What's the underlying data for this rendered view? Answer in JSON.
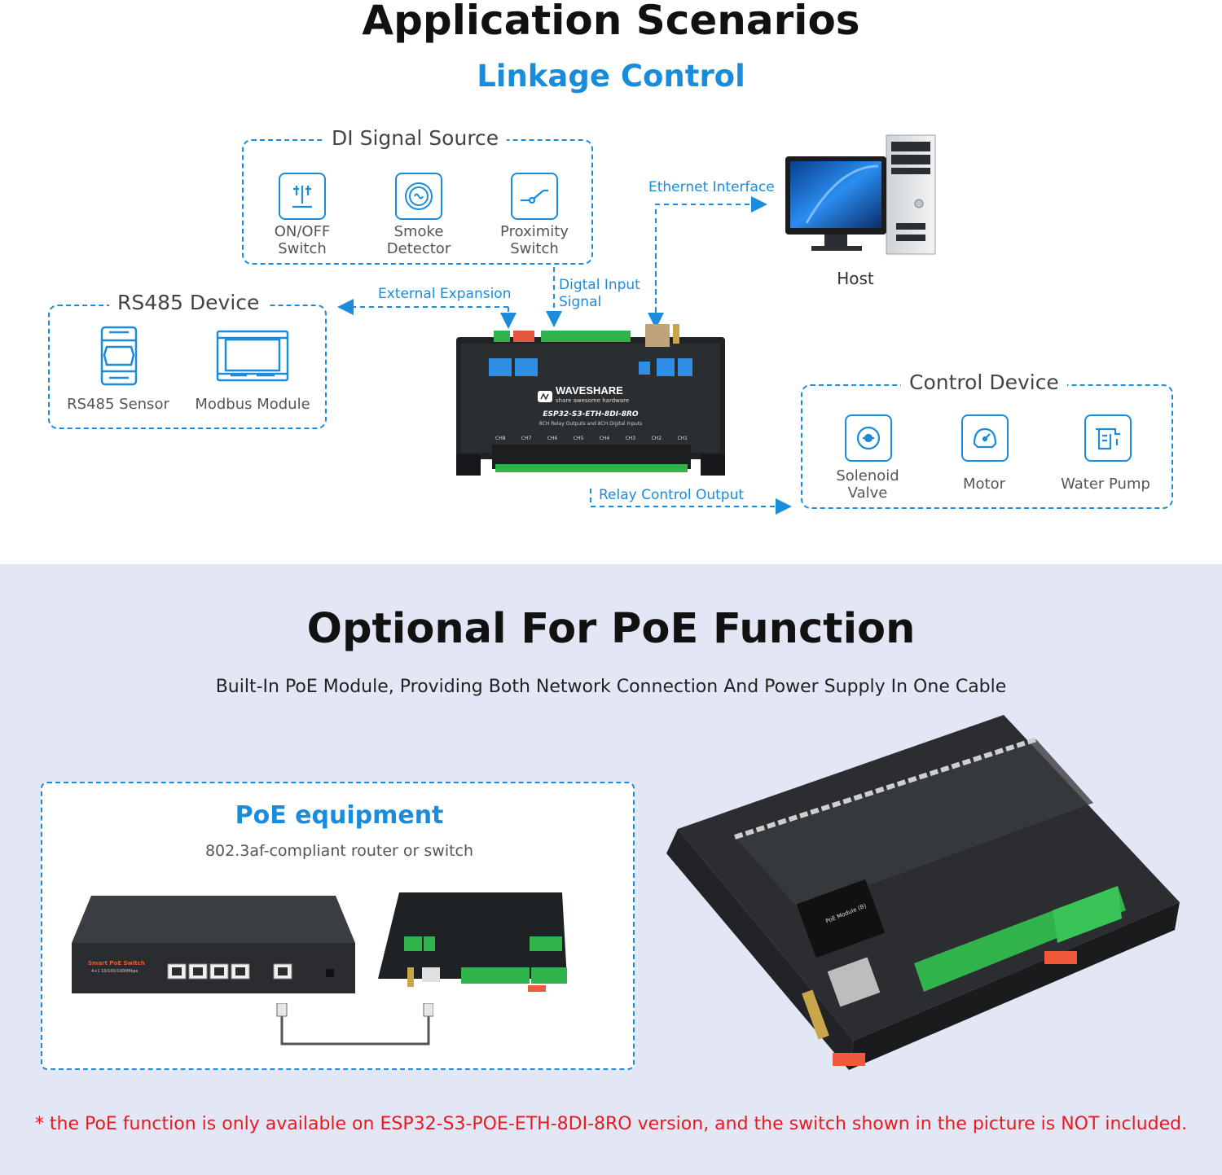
{
  "header": {
    "title": "Application Scenarios",
    "subtitle": "Linkage Control"
  },
  "di_box": {
    "title": "DI Signal Source",
    "items": [
      {
        "label": "ON/OFF\nSwitch",
        "icon": "antenna-switch-icon"
      },
      {
        "label": "Smoke\nDetector",
        "icon": "smoke-detector-icon"
      },
      {
        "label": "Proximity\nSwitch",
        "icon": "proximity-switch-icon"
      }
    ]
  },
  "rs485_box": {
    "title": "RS485 Device",
    "items": [
      {
        "label": "RS485 Sensor",
        "icon": "rs485-sensor-icon"
      },
      {
        "label": "Modbus Module",
        "icon": "modbus-module-icon"
      }
    ]
  },
  "control_box": {
    "title": "Control Device",
    "items": [
      {
        "label": "Solenoid\nValve",
        "icon": "solenoid-valve-icon"
      },
      {
        "label": "Motor",
        "icon": "motor-icon"
      },
      {
        "label": "Water Pump",
        "icon": "water-pump-icon"
      }
    ]
  },
  "host": {
    "label": "Host",
    "icon": "desktop-computer-icon"
  },
  "arrows": {
    "ethernet": "Ethernet Interface",
    "expansion": "External Expansion",
    "digital_input": "Digtal Input\nSignal",
    "relay_output": "Relay Control Output"
  },
  "device": {
    "brand": "WAVESHARE",
    "tagline": "share awesome hardware",
    "model": "ESP32-S3-ETH-8DI-8RO",
    "desc": "8CH Relay Outputs and 8CH Digital Inputs",
    "channels": [
      "CH8",
      "CH7",
      "CH6",
      "CH5",
      "CH4",
      "CH3",
      "CH2",
      "CH1"
    ]
  },
  "poe": {
    "title": "Optional For PoE Function",
    "subtitle": "Built-In PoE Module, Providing Both Network Connection And Power Supply In One Cable",
    "box_title": "PoE equipment",
    "box_desc": "802.3af-compliant router or switch",
    "switch_label": "Smart PoE Switch",
    "switch_sub": "4+1 10/100/1000Mbps",
    "module_label": "PoE Module (B)",
    "footnote": "* the PoE function is only available on ESP32-S3-POE-ETH-8DI-8RO version, and the switch shown in the picture is NOT included."
  },
  "colors": {
    "accent": "#1a8cdb",
    "warning": "#e8191f",
    "terminal_green": "#2fb34a",
    "section_bg": "#e3e7f5"
  }
}
